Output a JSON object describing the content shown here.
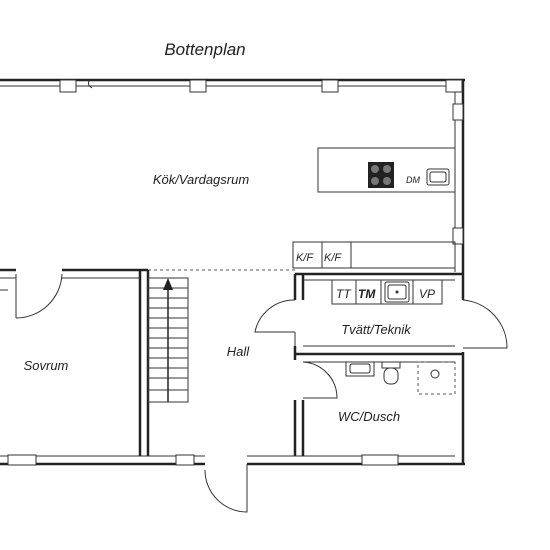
{
  "title": "Bottenplan",
  "rooms": {
    "kitchen_living": "Kök/Vardagsrum",
    "bedroom": "Sovrum",
    "hall": "Hall",
    "laundry_tech": "Tvätt/Teknik",
    "wc_shower": "WC/Dusch"
  },
  "fixtures": {
    "dishwasher": "DM",
    "fridge_freezer_1": "K/F",
    "fridge_freezer_2": "K/F",
    "dryer": "TT",
    "washer": "TM",
    "water_heater": "VP"
  }
}
